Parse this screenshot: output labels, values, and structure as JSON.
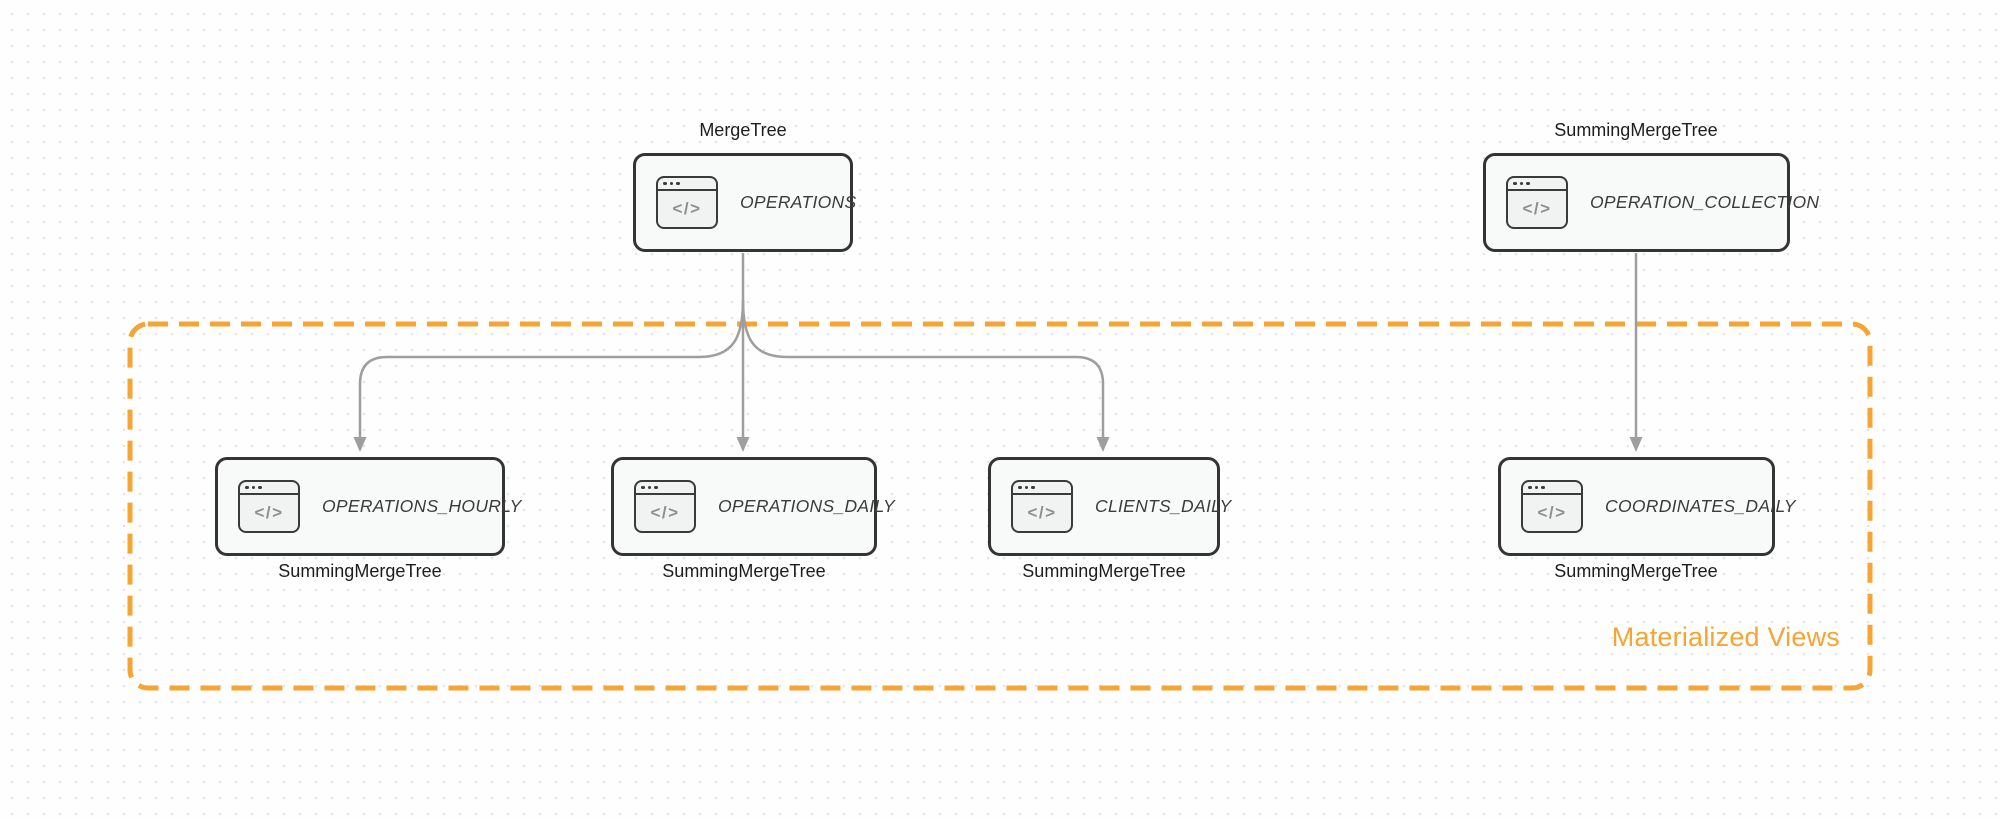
{
  "diagram": {
    "group": {
      "label": "Materialized Views",
      "accent_color": "#F6A433"
    },
    "colors": {
      "arrow": "#9E9E9E",
      "node_border": "#343434",
      "node_fill": "#F8F9F9",
      "dot_grid": "#E3E3E8"
    },
    "icon_glyph": "</>",
    "sources": [
      {
        "engine": "MergeTree",
        "table": "OPERATIONS"
      },
      {
        "engine": "SummingMergeTree",
        "table": "OPERATION_COLLECTION"
      }
    ],
    "views": [
      {
        "table": "OPERATIONS_HOURLY",
        "engine": "SummingMergeTree"
      },
      {
        "table": "OPERATIONS_DAILY",
        "engine": "SummingMergeTree"
      },
      {
        "table": "CLIENTS_DAILY",
        "engine": "SummingMergeTree"
      },
      {
        "table": "COORDINATES_DAILY",
        "engine": "SummingMergeTree"
      }
    ]
  }
}
